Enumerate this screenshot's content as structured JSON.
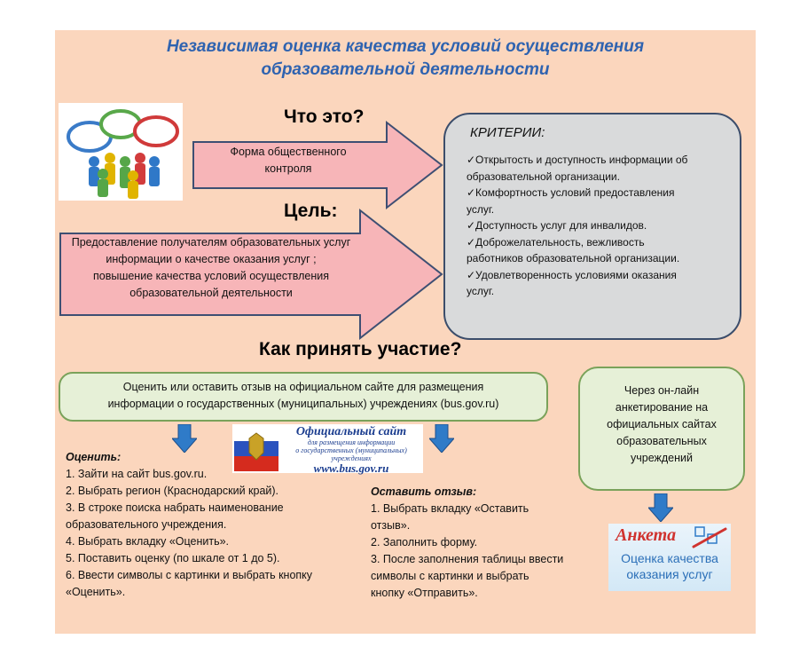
{
  "title": {
    "line1": "Независимая оценка качества условий осуществления",
    "line2": "образовательной деятельности"
  },
  "what": {
    "heading": "Что это?",
    "text_line1": "Форма общественного",
    "text_line2": "контроля"
  },
  "goal": {
    "heading": "Цель:",
    "lines": [
      "Предоставление получателям образовательных  услуг",
      "информации о качестве оказания услуг ;",
      "повышение качества  условий осуществления",
      "образовательной деятельности"
    ]
  },
  "criteria": {
    "heading": "КРИТЕРИИ:",
    "lines": [
      "✓Открытость и доступность информации об",
      "образовательной организации.",
      "✓Комфортность условий предоставления",
      "услуг.",
      "✓Доступность услуг для инвалидов.",
      "✓Доброжелательность, вежливость",
      "работников образовательной организации.",
      "✓Удовлетворенность условиями оказания",
      "услуг."
    ]
  },
  "how": {
    "heading": "Как принять участие?",
    "site_box_line1": "Оценить или оставить отзыв на официальном сайте для размещения",
    "site_box_line2": "информации о государственных (муниципальных) учреждениях (bus.gov.ru)",
    "online_box_lines": [
      "Через он-лайн",
      "анкетирование на",
      "официальных сайтах",
      "образовательных",
      "учреждений"
    ]
  },
  "logo": {
    "line1": "Официальный сайт",
    "line2": "для размещения информации",
    "line3": "о государственных (муниципальных)",
    "line4": "учреждениях",
    "url": "www.bus.gov.ru"
  },
  "rate": {
    "heading": "Оценить:",
    "lines": [
      "1. Зайти на сайт bus.gov.ru.",
      "2. Выбрать регион (Краснодарский край).",
      "3. В строке поиска набрать наименование",
      "образовательного учреждения.",
      "4. Выбрать вкладку «Оценить».",
      "5. Поставить оценку (по шкале от 1 до 5).",
      "6. Ввести символы с картинки и выбрать кнопку",
      "«Оценить»."
    ]
  },
  "review": {
    "heading": "Оставить отзыв:",
    "lines": [
      "1. Выбрать вкладку «Оставить",
      "отзыв».",
      "2. Заполнить форму.",
      "3. После заполнения таблицы  ввести",
      "символы с картинки и выбрать",
      "кнопку «Отправить»."
    ]
  },
  "anketa": {
    "word": "Анкета",
    "line1": "Оценка качества",
    "line2": "оказания услуг"
  },
  "colors": {
    "panel": "#fbd6bd",
    "title": "#2f63b0",
    "arrow_fill": "#f7b5b8",
    "arrow_stroke": "#3e4f73",
    "criteria_fill": "#d9dadb",
    "green_box": "#e6f0d7",
    "blue_arrow": "#2f7bc8"
  }
}
